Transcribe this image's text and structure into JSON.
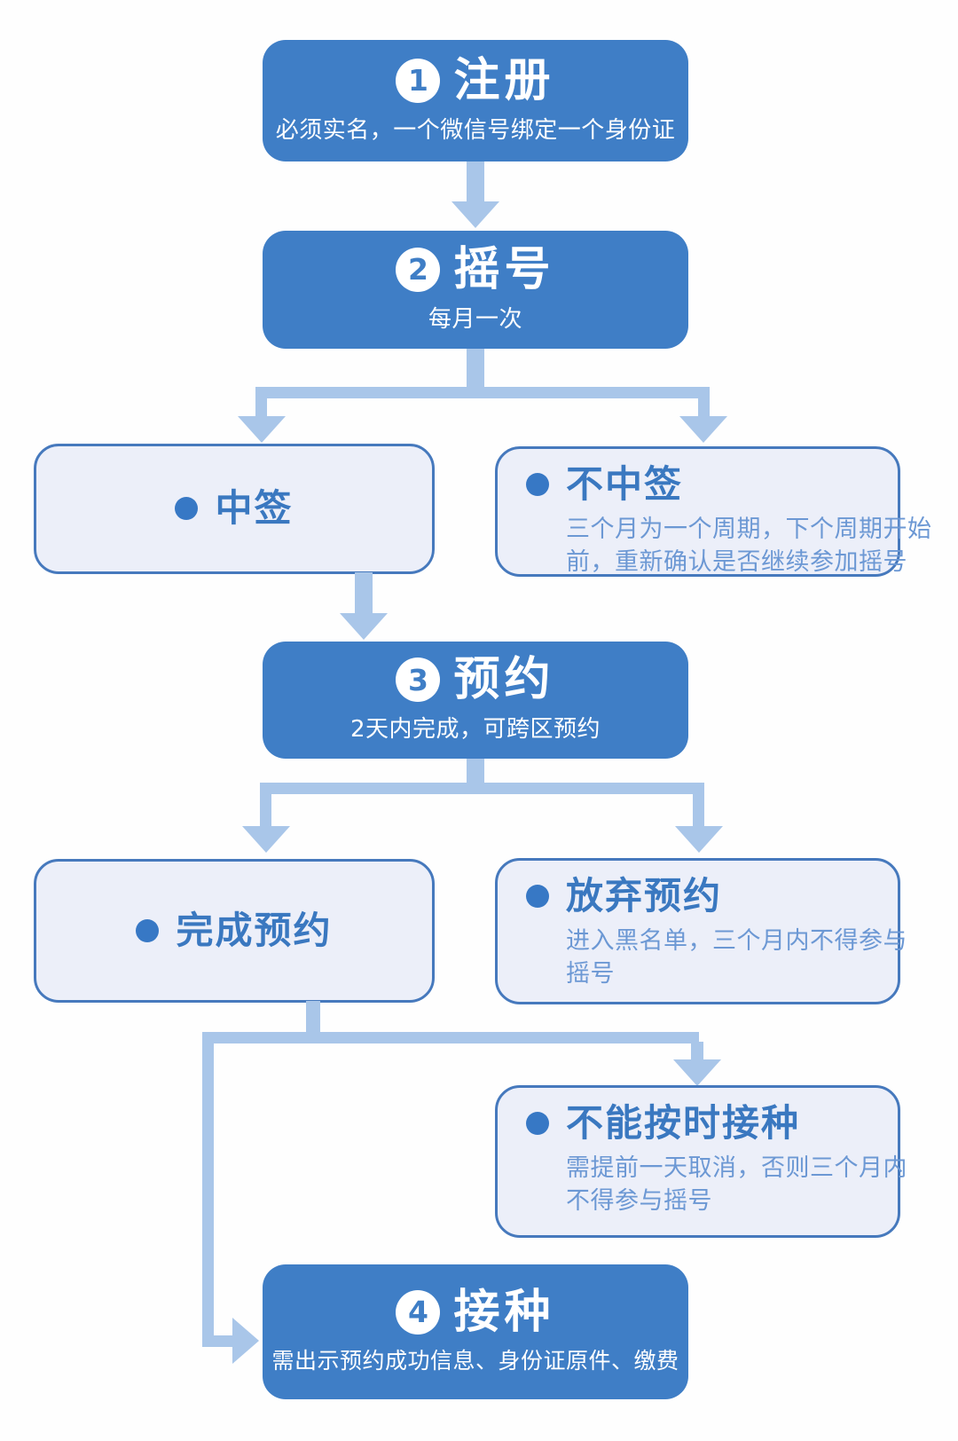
{
  "colors": {
    "step_box_blue": "#3F7EC6",
    "outcome_fill": "#ECEFF9",
    "outcome_border": "#4679BD",
    "outcome_heading_blue": "#3A78C0",
    "outcome_body_blue": "#6C98D4",
    "connector_arrow_blue": "#A9C6E9",
    "step_text_white": "#FFFFFF"
  },
  "steps": {
    "register": {
      "number": "1",
      "title": "注册",
      "subtitle": "必须实名，一个微信号绑定一个身份证"
    },
    "lottery": {
      "number": "2",
      "title": "摇号",
      "subtitle": "每月一次"
    },
    "booking": {
      "number": "3",
      "title": "预约",
      "subtitle": "2天内完成，可跨区预约"
    },
    "vaccination": {
      "number": "4",
      "title": "接种",
      "subtitle": "需出示预约成功信息、身份证原件、缴费"
    }
  },
  "outcomes": {
    "win": {
      "label": "中签"
    },
    "lose": {
      "label": "不中签",
      "body_line1": "三个月为一个周期，下个周期开始",
      "body_line2": "前，重新确认是否继续参加摇号"
    },
    "completed": {
      "label": "完成预约"
    },
    "abandon": {
      "label": "放弃预约",
      "body_line1": "进入黑名单，三个月内不得参与",
      "body_line2": "摇号"
    },
    "miss": {
      "label": "不能按时接种",
      "body_line1": "需提前一天取消，否则三个月内",
      "body_line2": "不得参与摇号"
    }
  }
}
